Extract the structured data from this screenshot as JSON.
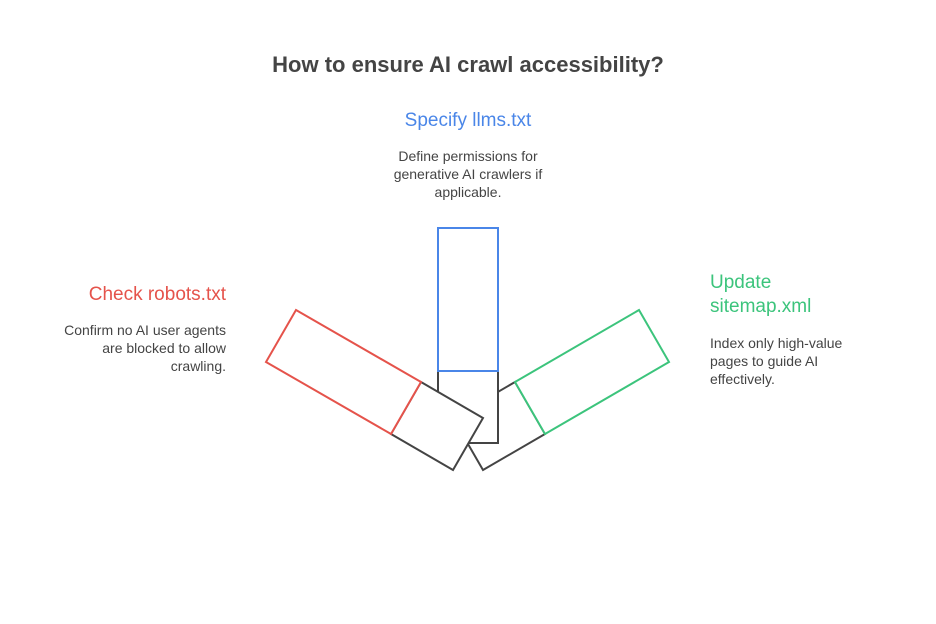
{
  "title": "How to ensure AI crawl accessibility?",
  "colors": {
    "red": "#e5534b",
    "blue": "#4a86e8",
    "green": "#3cc47c",
    "dark": "#444444"
  },
  "items": [
    {
      "heading": "Check robots.txt",
      "description": "Confirm no AI user agents are blocked to allow crawling."
    },
    {
      "heading": "Specify llms.txt",
      "description": "Define permissions for generative AI crawlers if applicable."
    },
    {
      "heading": "Update sitemap.xml",
      "description": "Index only high-value pages to guide AI effectively."
    }
  ]
}
